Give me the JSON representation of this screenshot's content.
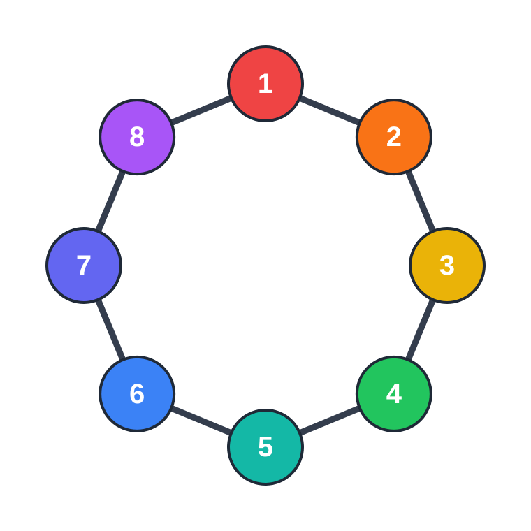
{
  "diagram": {
    "type": "ring",
    "edge_color": "#343d4d",
    "node_border_color": "#1f2937",
    "label_color": "#ffffff",
    "nodes": [
      {
        "label": "1",
        "color": "#ef4444"
      },
      {
        "label": "2",
        "color": "#f97316"
      },
      {
        "label": "3",
        "color": "#eab308"
      },
      {
        "label": "4",
        "color": "#22c55e"
      },
      {
        "label": "5",
        "color": "#14b8a6"
      },
      {
        "label": "6",
        "color": "#3b82f6"
      },
      {
        "label": "7",
        "color": "#6366f1"
      },
      {
        "label": "8",
        "color": "#a855f7"
      }
    ],
    "edges": [
      [
        "1",
        "2"
      ],
      [
        "2",
        "3"
      ],
      [
        "3",
        "4"
      ],
      [
        "4",
        "5"
      ],
      [
        "5",
        "6"
      ],
      [
        "6",
        "7"
      ],
      [
        "7",
        "8"
      ],
      [
        "8",
        "1"
      ]
    ]
  }
}
